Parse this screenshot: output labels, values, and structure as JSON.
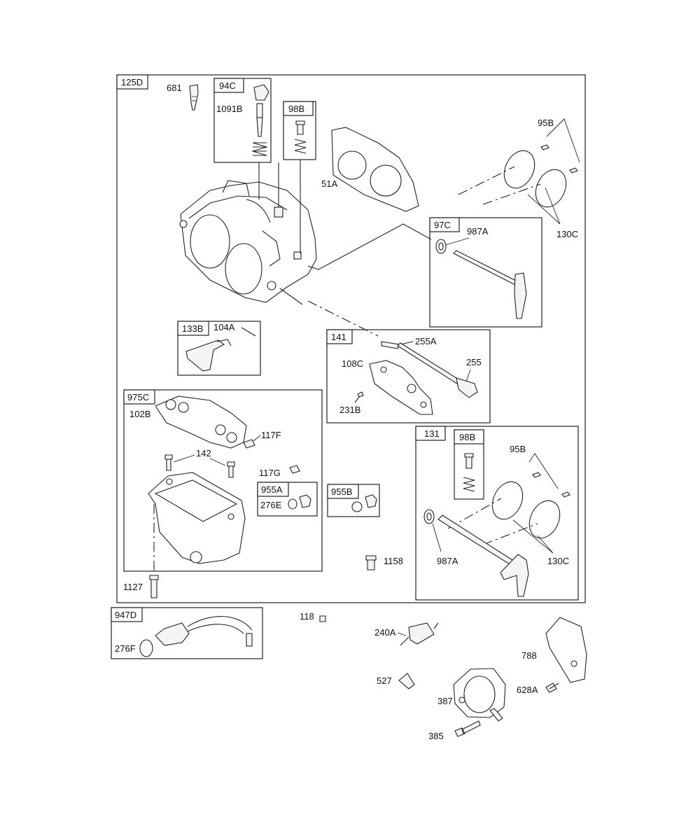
{
  "colors": {
    "line": "#222222",
    "background": "#ffffff",
    "part_fill": "#f4f4f4"
  },
  "assemblies": {
    "a125D": "125D",
    "a94C": "94C",
    "a98B_top": "98B",
    "a97C": "97C",
    "a133B": "133B",
    "a141": "141",
    "a975C": "975C",
    "a955A": "955A",
    "a955B": "955B",
    "a131": "131",
    "a98B_131": "98B",
    "a947D": "947D"
  },
  "labels": {
    "p681": "681",
    "p1091B": "1091B",
    "p51A": "51A",
    "p95B_top": "95B",
    "p130C_top": "130C",
    "p987A_top": "987A",
    "p104A": "104A",
    "p255A": "255A",
    "p108C": "108C",
    "p255": "255",
    "p231B": "231B",
    "p102B": "102B",
    "p117F": "117F",
    "p142": "142",
    "p117G": "117G",
    "p276E": "276E",
    "p95B_131": "95B",
    "p987A_131": "987A",
    "p130C_131": "130C",
    "p1158": "1158",
    "p1127": "1127",
    "p276F": "276F",
    "p118": "118",
    "p240A": "240A",
    "p788": "788",
    "p527": "527",
    "p628A": "628A",
    "p387": "387",
    "p385": "385"
  }
}
